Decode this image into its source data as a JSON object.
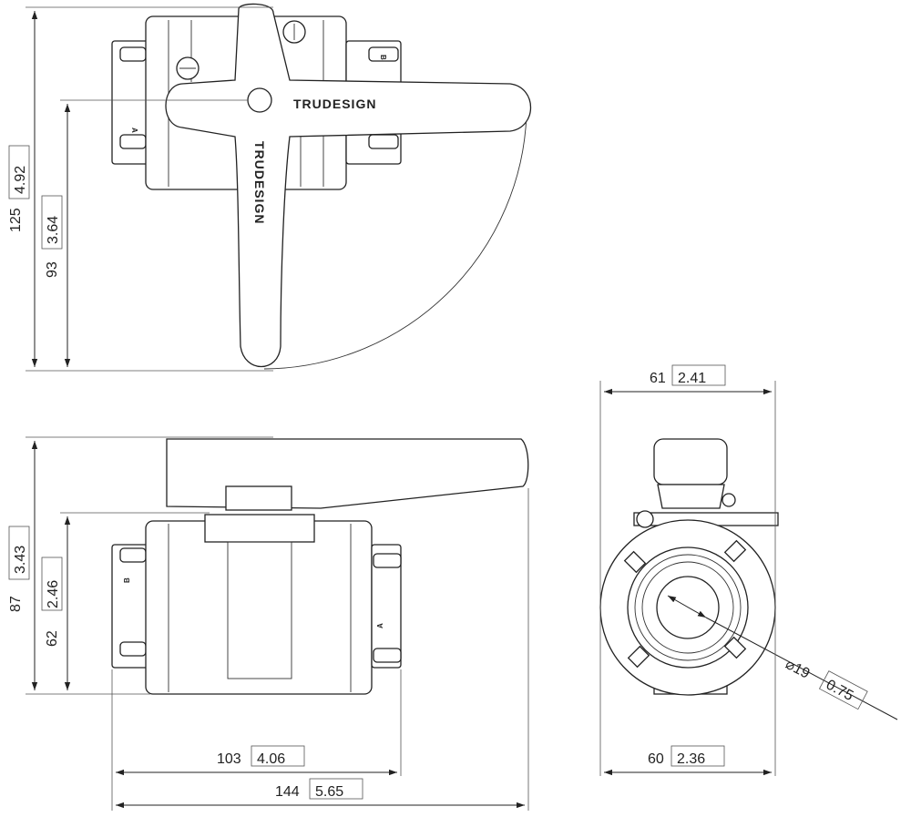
{
  "brand": {
    "logo_text": "TRUDESIGN"
  },
  "port_labels": {
    "a": "B",
    "b": "A"
  },
  "dimensions": {
    "top_height_outer": {
      "mm": "125",
      "in": "4.92"
    },
    "top_height_inner": {
      "mm": "93",
      "in": "3.64"
    },
    "side_height_outer": {
      "mm": "87",
      "in": "3.43"
    },
    "side_height_inner": {
      "mm": "62",
      "in": "2.46"
    },
    "side_length_body": {
      "mm": "103",
      "in": "4.06"
    },
    "side_length_total": {
      "mm": "144",
      "in": "5.65"
    },
    "end_width_top": {
      "mm": "61",
      "in": "2.41"
    },
    "end_width_bottom": {
      "mm": "60",
      "in": "2.36"
    },
    "bore_diameter": {
      "mm": "⌀19",
      "in": "0.75"
    }
  }
}
